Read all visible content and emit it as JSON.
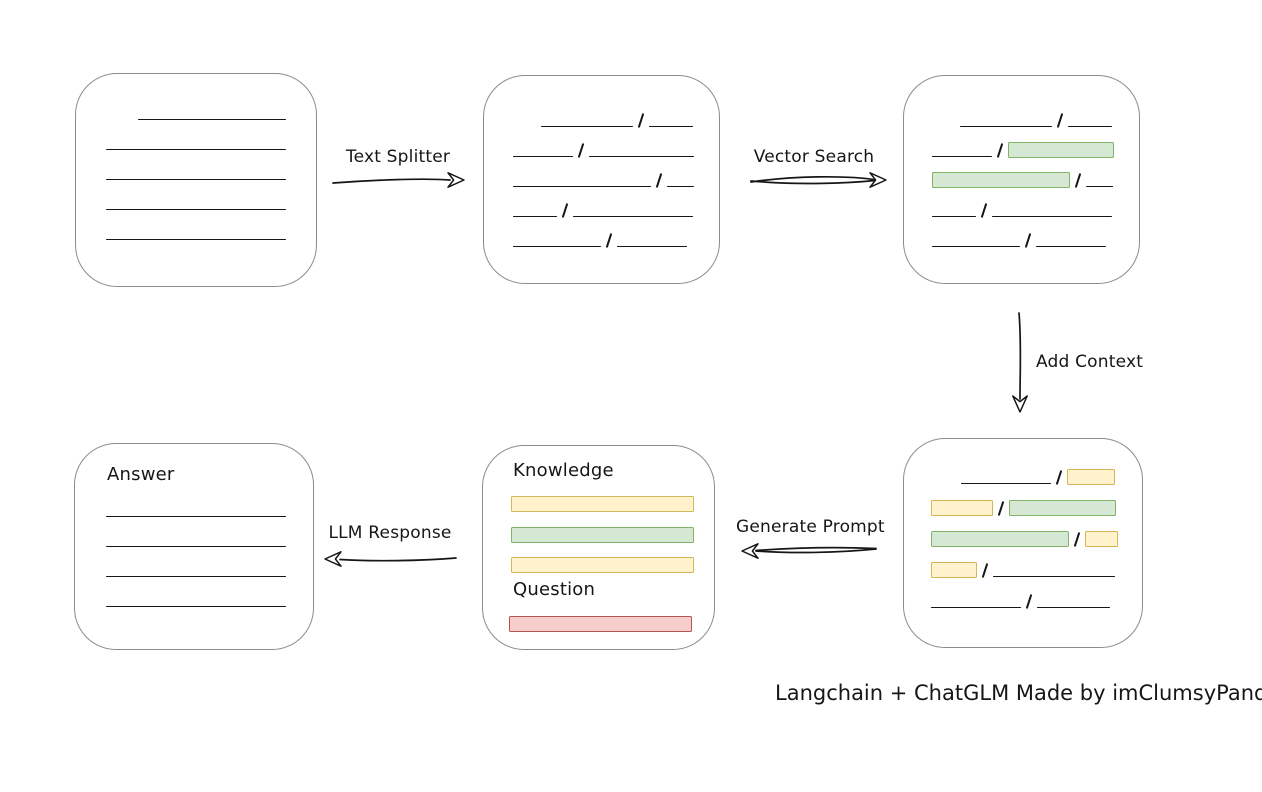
{
  "caption": "Langchain + ChatGLM Made by imClumsyPanda",
  "colors": {
    "ink": "#161616",
    "box_stroke": "#8c8c8c",
    "yellow_fill": "#fff2cc",
    "yellow_stroke": "#d6b656",
    "green_fill": "#d5e8d4",
    "green_stroke": "#82b366",
    "red_fill": "#f8cecc",
    "red_stroke": "#b85450"
  },
  "labels": {
    "text_splitter": "Text Splitter",
    "vector_search": "Vector Search",
    "add_context": "Add Context",
    "generate_prompt": "Generate Prompt",
    "llm_response": "LLM Response",
    "knowledge": "Knowledge",
    "question": "Question",
    "answer": "Answer"
  },
  "boxes": {
    "source_document": {
      "rows": [
        [
          {
            "k": "gap",
            "w": 32
          },
          {
            "k": "line",
            "w": 148
          }
        ],
        [
          {
            "k": "line",
            "w": 180
          }
        ],
        [
          {
            "k": "line",
            "w": 180
          }
        ],
        [
          {
            "k": "line",
            "w": 180
          }
        ],
        [
          {
            "k": "line",
            "w": 180
          }
        ]
      ]
    },
    "split_text": {
      "rows": [
        [
          {
            "k": "gap",
            "w": 28
          },
          {
            "k": "line",
            "w": 92
          },
          {
            "k": "slash"
          },
          {
            "k": "line",
            "w": 44
          }
        ],
        [
          {
            "k": "line",
            "w": 60
          },
          {
            "k": "slash"
          },
          {
            "k": "line",
            "w": 105
          }
        ],
        [
          {
            "k": "line",
            "w": 138
          },
          {
            "k": "slash"
          },
          {
            "k": "line",
            "w": 27
          }
        ],
        [
          {
            "k": "line",
            "w": 44
          },
          {
            "k": "slash"
          },
          {
            "k": "line",
            "w": 120
          }
        ],
        [
          {
            "k": "line",
            "w": 88
          },
          {
            "k": "slash"
          },
          {
            "k": "line",
            "w": 70
          }
        ]
      ]
    },
    "vector_matches": {
      "rows": [
        [
          {
            "k": "gap",
            "w": 28
          },
          {
            "k": "line",
            "w": 92
          },
          {
            "k": "slash"
          },
          {
            "k": "line",
            "w": 44
          }
        ],
        [
          {
            "k": "line",
            "w": 60
          },
          {
            "k": "slash"
          },
          {
            "k": "green",
            "w": 106
          }
        ],
        [
          {
            "k": "green",
            "w": 138
          },
          {
            "k": "slash"
          },
          {
            "k": "line",
            "w": 27
          }
        ],
        [
          {
            "k": "line",
            "w": 44
          },
          {
            "k": "slash"
          },
          {
            "k": "line",
            "w": 120
          }
        ],
        [
          {
            "k": "line",
            "w": 88
          },
          {
            "k": "slash"
          },
          {
            "k": "line",
            "w": 70
          }
        ]
      ]
    },
    "context_chunks": {
      "rows": [
        [
          {
            "k": "gap",
            "w": 30
          },
          {
            "k": "line",
            "w": 90
          },
          {
            "k": "slash"
          },
          {
            "k": "yellow",
            "w": 48
          }
        ],
        [
          {
            "k": "yellow",
            "w": 62
          },
          {
            "k": "slash"
          },
          {
            "k": "green",
            "w": 107
          }
        ],
        [
          {
            "k": "green",
            "w": 138
          },
          {
            "k": "slash"
          },
          {
            "k": "yellow",
            "w": 33
          }
        ],
        [
          {
            "k": "yellow",
            "w": 46
          },
          {
            "k": "slash"
          },
          {
            "k": "line",
            "w": 122
          }
        ],
        [
          {
            "k": "line",
            "w": 90
          },
          {
            "k": "slash"
          },
          {
            "k": "line",
            "w": 73
          }
        ]
      ]
    },
    "prompt": {
      "knowledge_rows": [
        [
          {
            "k": "yellow",
            "w": 183
          }
        ],
        [
          {
            "k": "green",
            "w": 183
          }
        ],
        [
          {
            "k": "yellow",
            "w": 183
          }
        ]
      ],
      "question_rows": [
        [
          {
            "k": "red",
            "w": 183
          }
        ]
      ]
    },
    "answer": {
      "rows": [
        [
          {
            "k": "line",
            "w": 180
          }
        ],
        [
          {
            "k": "line",
            "w": 180
          }
        ],
        [
          {
            "k": "line",
            "w": 180
          }
        ],
        [
          {
            "k": "line",
            "w": 180
          }
        ]
      ]
    }
  }
}
